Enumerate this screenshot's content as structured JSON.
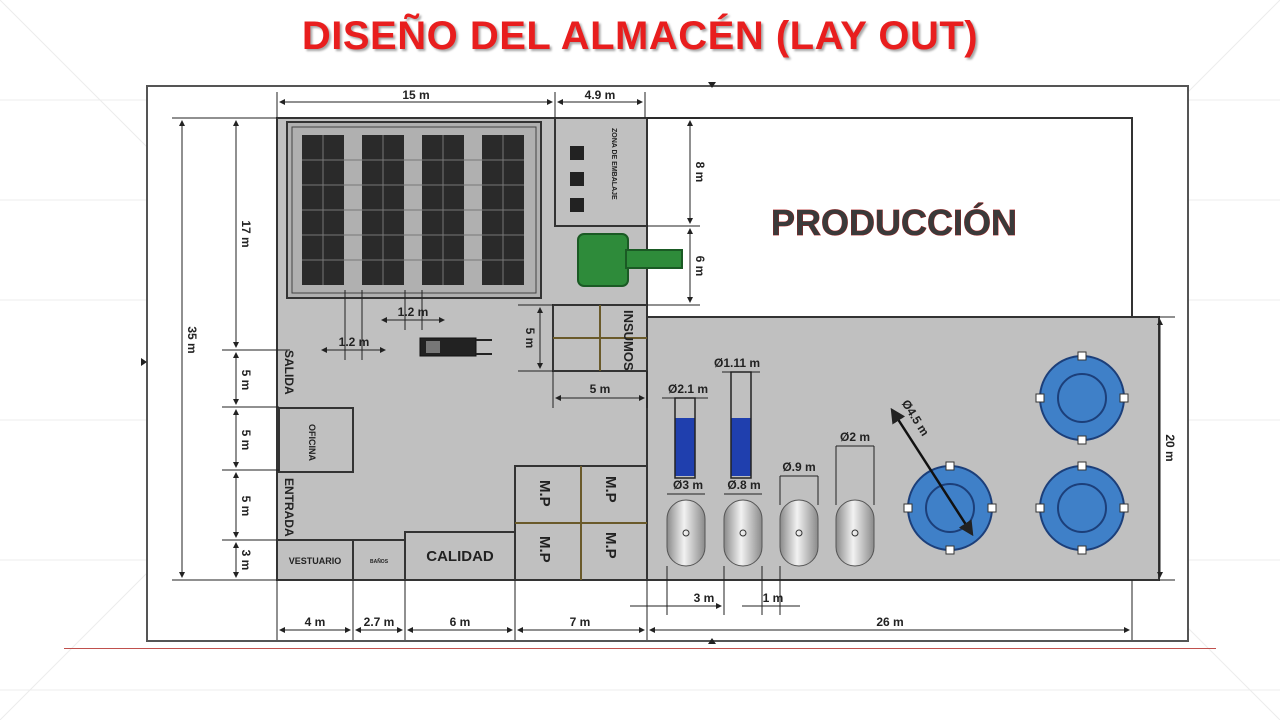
{
  "slide": {
    "title": "DISEÑO DEL ALMACÉN (LAY OUT)",
    "accent_color": "#e81e1e"
  },
  "plan": {
    "zones": {
      "produccion": "PRODUCCIÓN",
      "zona_embalaje": "ZONA DE EMBALAJE",
      "insumos": "INSUMOS",
      "salida": "SALIDA",
      "oficina": "OFICINA",
      "entrada": "ENTRADA",
      "vestuario": "VESTUARIO",
      "baños": "BAÑOS",
      "calidad": "CALIDAD",
      "mp": "M.P"
    },
    "dimensions": {
      "top_15": "15 m",
      "top_4_9": "4.9 m",
      "left_17": "17 m",
      "left_35": "35 m",
      "left_5a": "5 m",
      "left_5b": "5 m",
      "left_5c": "5 m",
      "left_3": "3 m",
      "right_8": "8 m",
      "right_6": "6 m",
      "right_20": "20 m",
      "aisle_1_2a": "1.2 m",
      "aisle_1_2b": "1.2 m",
      "insumos_h": "5 m",
      "insumos_w": "5 m",
      "bottom_4": "4 m",
      "bottom_2_7": "2.7 m",
      "bottom_6": "6 m",
      "bottom_7": "7 m",
      "bottom_26": "26 m",
      "gap_3": "3 m",
      "gap_1": "1 m",
      "d_2_1": "Ø2.1 m",
      "d_1_11": "Ø1.11 m",
      "d_3": "Ø3 m",
      "d_0_8": "Ø.8 m",
      "d_0_9": "Ø.9 m",
      "d_2": "Ø2 m",
      "d_4_5": "Ø4.5 m"
    },
    "colors": {
      "floor_gray": "#c0c0c0",
      "wall": "#444444",
      "tank_blue": "#3f80c8",
      "column_blue": "#1f3fae",
      "forklift_green": "#2e8b3a"
    }
  }
}
